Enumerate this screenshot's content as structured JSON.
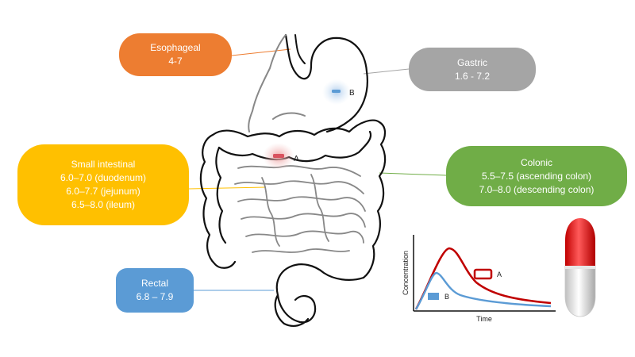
{
  "boxes": {
    "esophageal": {
      "title": "Esophageal",
      "range": "4-7",
      "color": "#ED7D31"
    },
    "gastric": {
      "title": "Gastric",
      "range": "1.6 - 7.2",
      "color": "#A5A5A5"
    },
    "small_intestinal": {
      "title": "Small intestinal",
      "lines": [
        "6.0–7.0 (duodenum)",
        "6.0–7.7 (jejunum)",
        "6.5–8.0 (ileum)"
      ],
      "color": "#FFC000"
    },
    "colonic": {
      "title": "Colonic",
      "lines": [
        "5.5–7.5 (ascending colon)",
        "7.0–8.0 (descending colon)"
      ],
      "color": "#70AD47"
    },
    "rectal": {
      "title": "Rectal",
      "range": "6.8 – 7.9",
      "color": "#5B9BD5"
    }
  },
  "markers": {
    "a": "A",
    "b": "B"
  },
  "chart_data": {
    "type": "line",
    "xlabel": "Time",
    "ylabel": "Concentration",
    "series": [
      {
        "name": "A",
        "color": "#C00000"
      },
      {
        "name": "B",
        "color": "#5B9BD5"
      }
    ]
  }
}
